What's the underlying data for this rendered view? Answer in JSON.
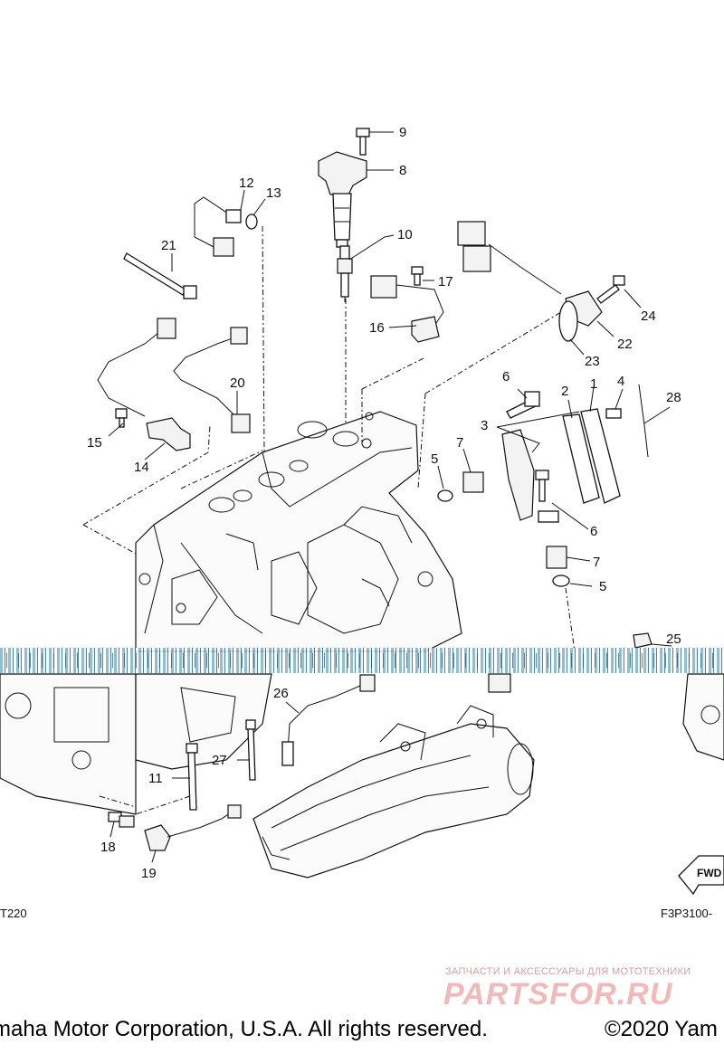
{
  "callouts": {
    "c1": "1",
    "c2": "2",
    "c3": "3",
    "c4": "4",
    "c5a": "5",
    "c5b": "5",
    "c6a": "6",
    "c6b": "6",
    "c7a": "7",
    "c7b": "7",
    "c8": "8",
    "c9": "9",
    "c10": "10",
    "c11": "11",
    "c12": "12",
    "c13": "13",
    "c14": "14",
    "c15": "15",
    "c16": "16",
    "c17": "17",
    "c18": "18",
    "c19": "19",
    "c20": "20",
    "c21": "21",
    "c22": "22",
    "c23": "23",
    "c24": "24",
    "c25": "25",
    "c26": "26",
    "c27": "27",
    "c28": "28"
  },
  "codes": {
    "left_code": "T220",
    "right_code": "F3P3100-"
  },
  "fwd_label": "FWD",
  "footer": {
    "copyright_left": "maha Motor Corporation, U.S.A. All rights reserved.",
    "copyright_right": "©2020 Yam"
  },
  "watermark": {
    "tagline": "ЗАПЧАСТИ И АКСЕССУАРЫ ДЛЯ МОТОТЕХНИКИ",
    "brand": "PARTSFOR.RU"
  },
  "colors": {
    "line": "#111111",
    "background": "#ffffff",
    "watermark": "#f1b9b9",
    "noise_band": "#7fb2c8"
  }
}
